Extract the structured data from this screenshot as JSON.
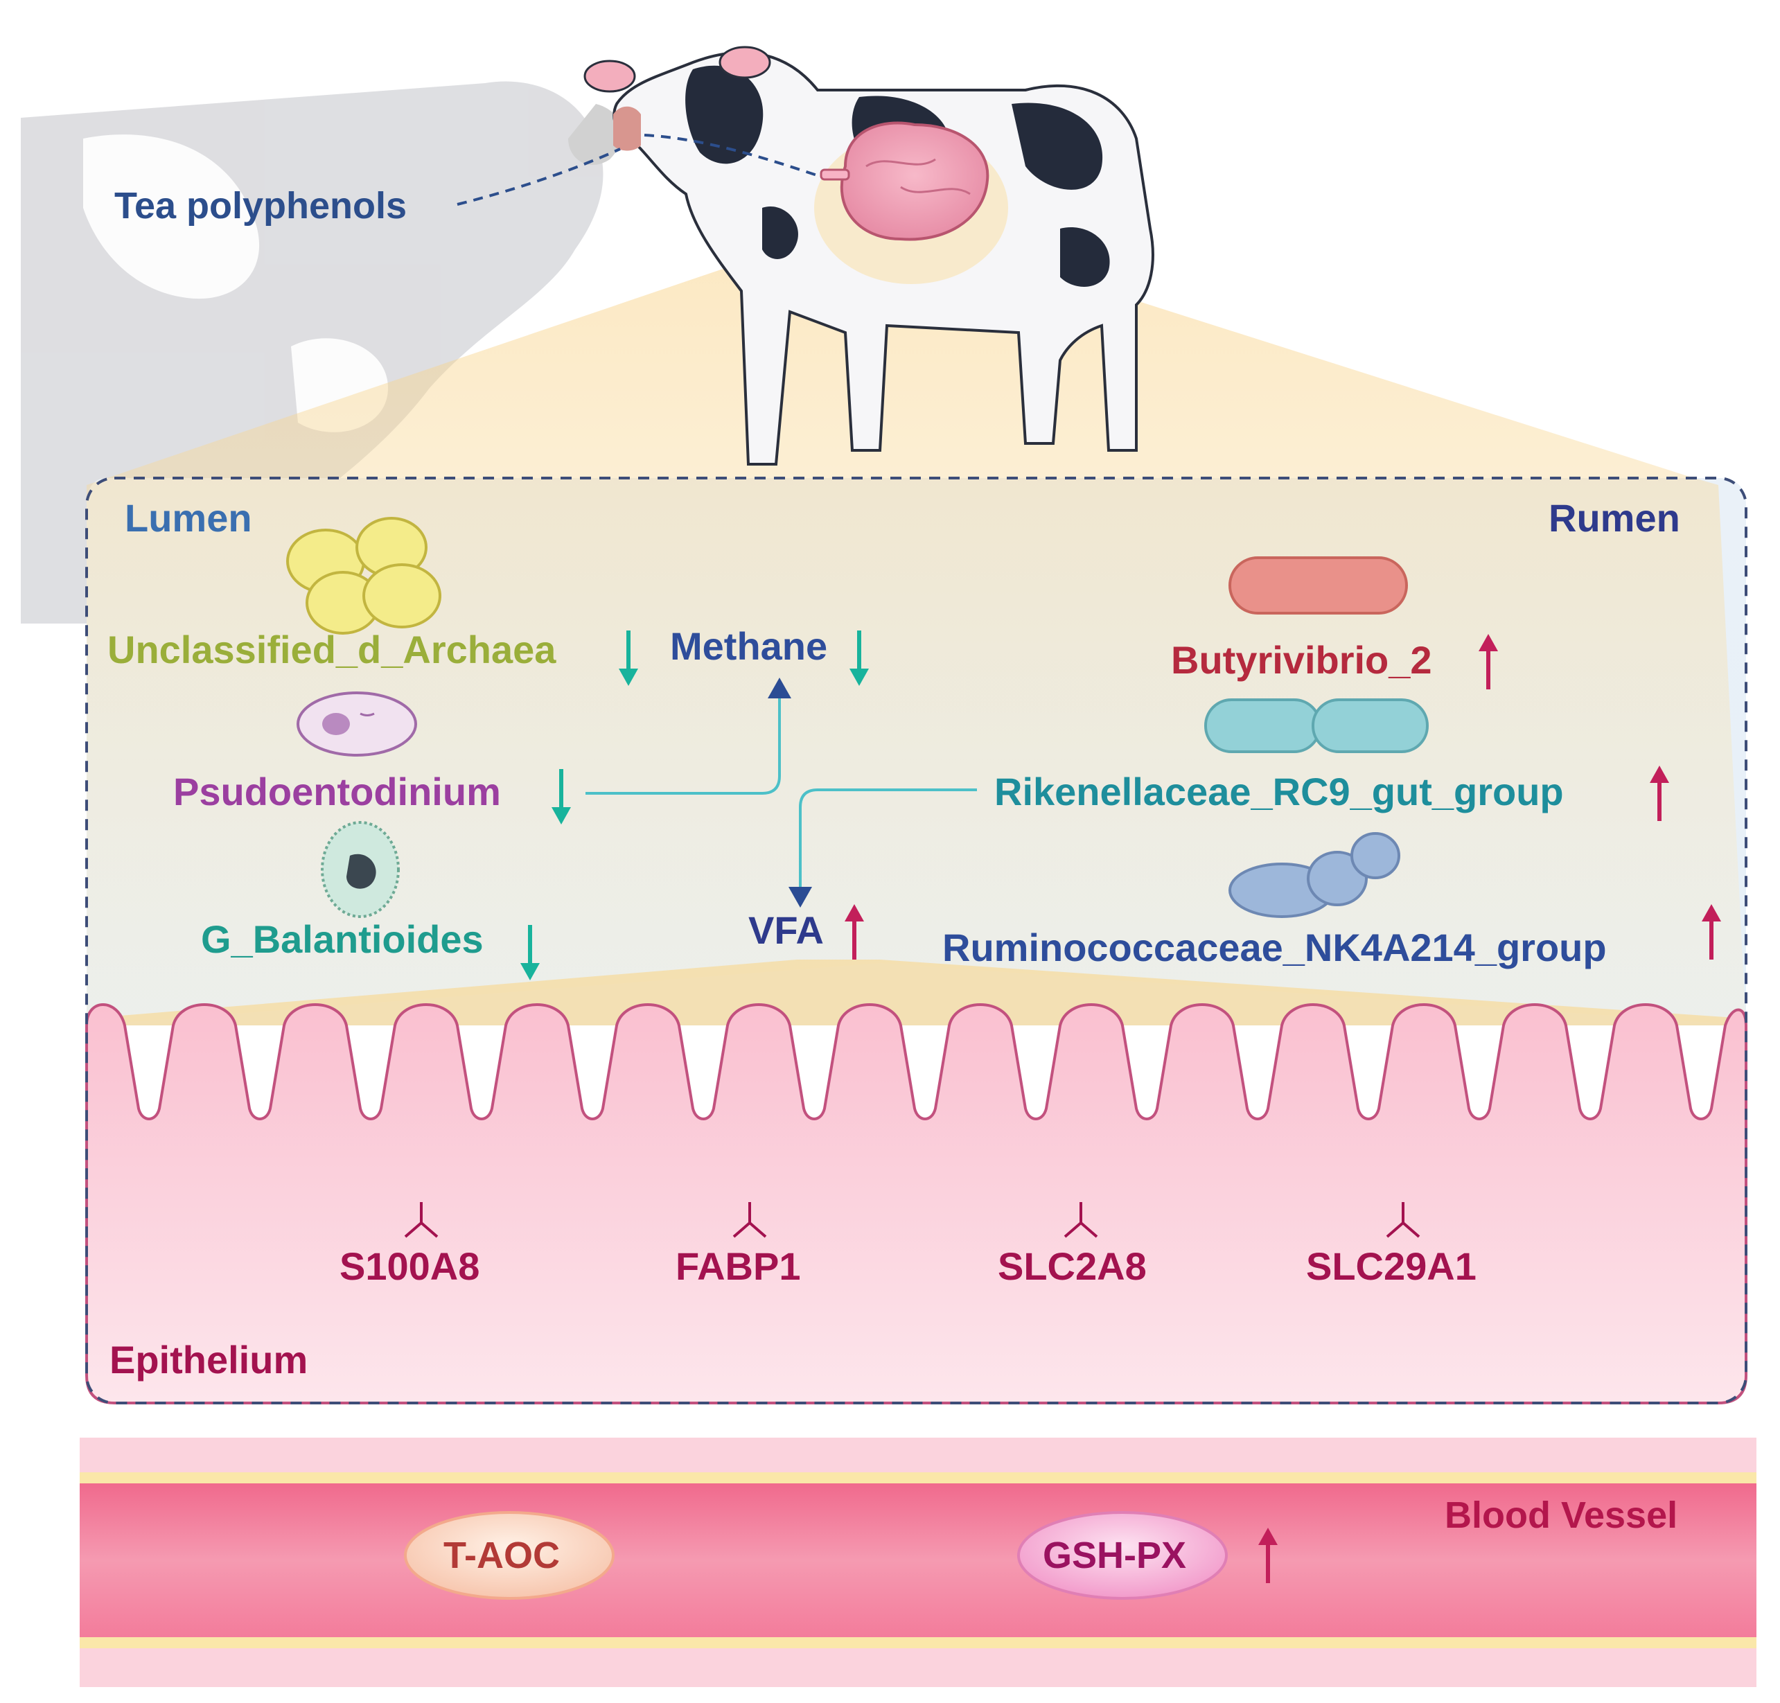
{
  "labels": {
    "tea_polyphenols": "Tea polyphenols",
    "lumen": "Lumen",
    "rumen": "Rumen",
    "epithelium": "Epithelium",
    "blood_vessel": "Blood Vessel",
    "archaea": "Unclassified_d_Archaea",
    "psudoentodinium": "Psudoentodinium",
    "balantioides": "G_Balantioides",
    "methane": "Methane",
    "vfa": "VFA",
    "butyrivibrio": "Butyrivibrio_2",
    "rikenellaceae": "Rikenellaceae_RC9_gut_group",
    "ruminococcaceae": "Ruminococcaceae_NK4A214_group",
    "gene_s100a8": "S100A8",
    "gene_fabp1": "FABP1",
    "gene_slc2a8": "SLC2A8",
    "gene_slc29a1": "SLC29A1",
    "t_aoc": "T-AOC",
    "gsh_px": "GSH-PX"
  },
  "trends": {
    "archaea": "down",
    "methane": "down",
    "psudoentodinium": "down",
    "balantioides": "down",
    "vfa": "up",
    "butyrivibrio": "up",
    "rikenellaceae": "up",
    "ruminococcaceae": "up",
    "gsh_px": "up"
  },
  "colors": {
    "tea_polyphenols": "#2c4e8c",
    "lumen": "#3a6fb0",
    "rumen": "#2e3a8c",
    "epithelium": "#a3124f",
    "blood_vessel": "#b3164c",
    "archaea": "#9aae3a",
    "psudoentodinium": "#9b3fa0",
    "balantioides": "#1f9c8e",
    "methane": "#2e4d9b",
    "vfa": "#2e3a8c",
    "butyrivibrio": "#b52a3e",
    "rikenellaceae": "#1e8e9c",
    "ruminococcaceae": "#2e4d9b",
    "genes": "#a3124f",
    "t_aoc": "#b23a36",
    "gsh_px": "#9a1260",
    "down_arrow": "#18b39c",
    "up_arrow": "#c21f5a",
    "connector": "#4cc0c8",
    "pathway_arrow": "#2b4c94"
  }
}
